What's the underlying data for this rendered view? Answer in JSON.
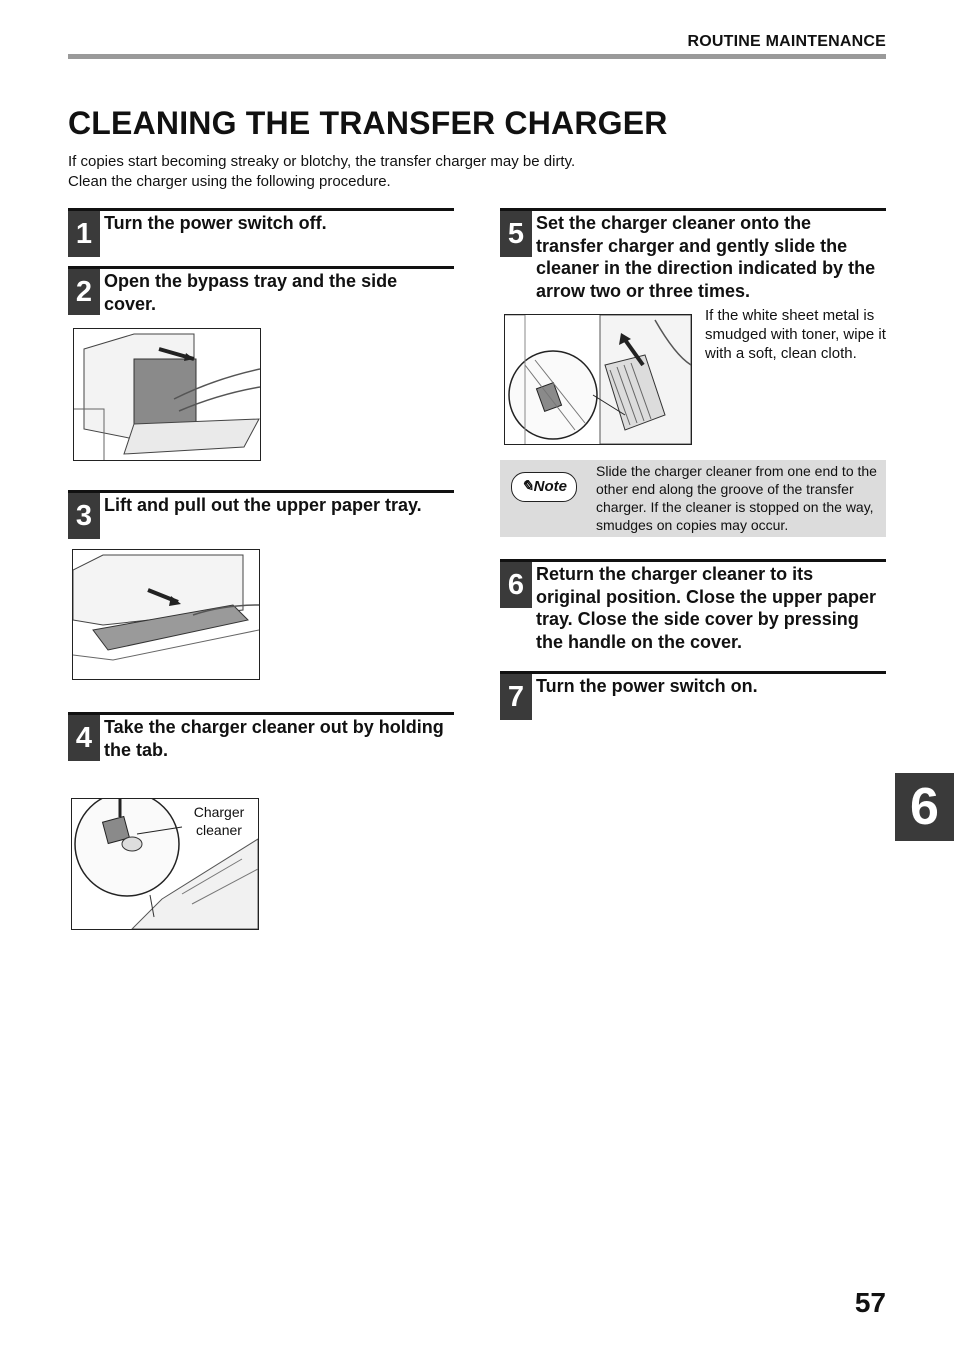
{
  "header": {
    "section": "ROUTINE MAINTENANCE"
  },
  "title": "CLEANING THE TRANSFER CHARGER",
  "intro": [
    "If copies start becoming streaky or blotchy, the transfer charger may be dirty.",
    "Clean the charger using the following procedure."
  ],
  "steps": [
    {
      "num": "1",
      "text": "Turn the power switch off."
    },
    {
      "num": "2",
      "text": "Open the bypass tray and the side cover."
    },
    {
      "num": "3",
      "text": "Lift and pull out the upper paper tray."
    },
    {
      "num": "4",
      "text": "Take the charger cleaner out by holding the tab."
    },
    {
      "num": "5",
      "text": "Set the charger cleaner onto the transfer charger and gently slide the cleaner in the direction indicated by the arrow two or three times."
    },
    {
      "num": "6",
      "text": "Return the charger cleaner to its original position. Close the upper paper tray. Close the side cover by pressing the handle on the cover."
    },
    {
      "num": "7",
      "text": "Turn the power switch on."
    }
  ],
  "figure_label": {
    "line1": "Charger",
    "line2": "cleaner"
  },
  "step5_side_note": "If the white sheet metal is smudged with toner, wipe it with a soft, clean cloth.",
  "note": {
    "badge": "Note",
    "text": "Slide the charger cleaner from one end to the other end along the groove of the transfer charger. If the cleaner is stopped on the way, smudges on copies may occur."
  },
  "chapter_tab": "6",
  "page_number": "57"
}
